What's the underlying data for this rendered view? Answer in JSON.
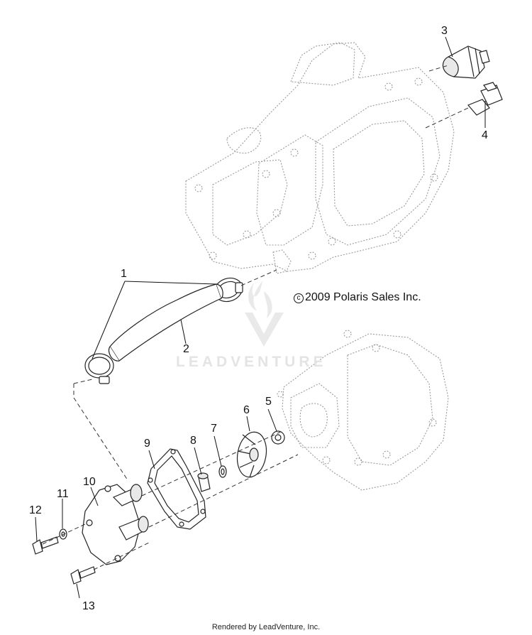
{
  "callouts": [
    "1",
    "2",
    "3",
    "4",
    "5",
    "6",
    "7",
    "8",
    "9",
    "10",
    "11",
    "12",
    "13"
  ],
  "copyright": "2009 Polaris Sales Inc.",
  "copyright_symbol": "c",
  "watermark": "LEADVENTURE",
  "footer": "Rendered by LeadVenture, Inc."
}
